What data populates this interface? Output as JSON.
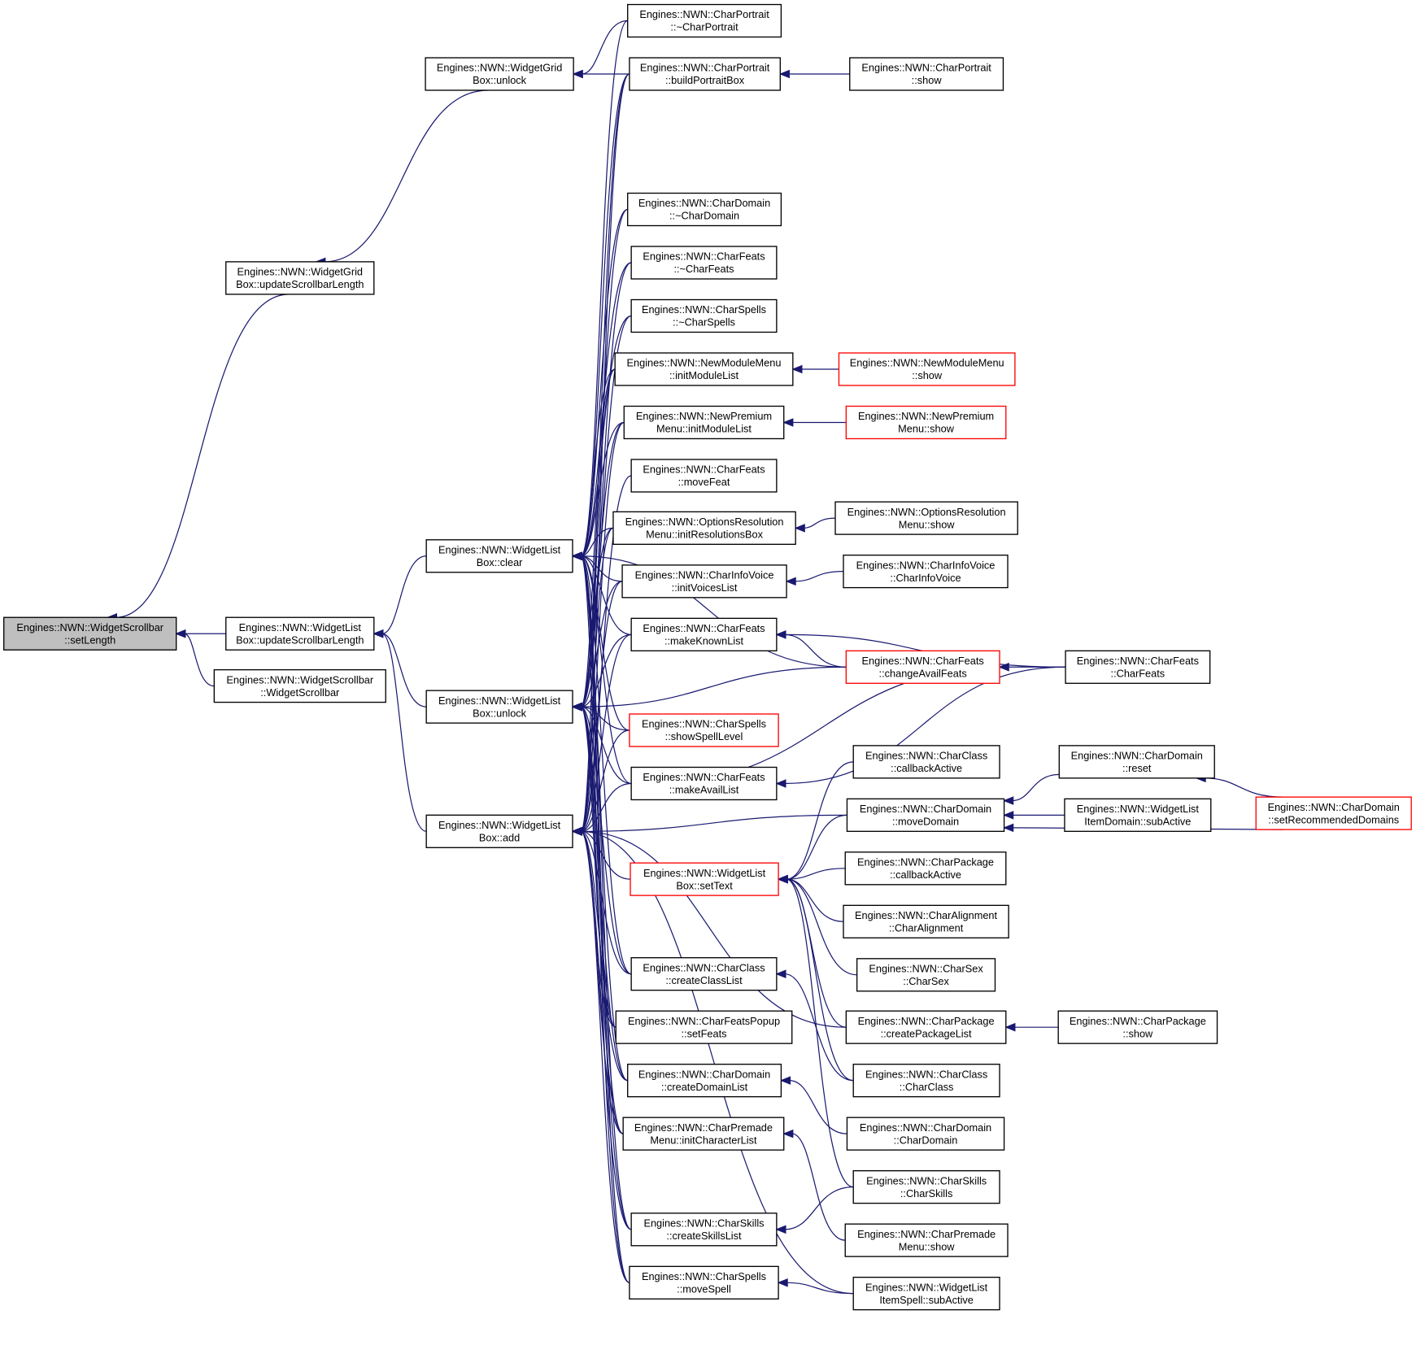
{
  "colors": {
    "edge": "#191970",
    "highlight_fill": "#bfbfbf",
    "normal_border": "#000000",
    "truncated_border": "#ff0000"
  },
  "nodes": [
    {
      "id": "n1",
      "l1": "Engines::NWN::WidgetScrollbar",
      "l2": "::setLength",
      "style": "focus"
    },
    {
      "id": "n2",
      "l1": "Engines::NWN::WidgetGrid",
      "l2": "Box::updateScrollbarLength"
    },
    {
      "id": "n3",
      "l1": "Engines::NWN::WidgetList",
      "l2": "Box::updateScrollbarLength"
    },
    {
      "id": "n4",
      "l1": "Engines::NWN::WidgetScrollbar",
      "l2": "::WidgetScrollbar"
    },
    {
      "id": "n5",
      "l1": "Engines::NWN::WidgetGrid",
      "l2": "Box::unlock"
    },
    {
      "id": "n6",
      "l1": "Engines::NWN::WidgetList",
      "l2": "Box::clear"
    },
    {
      "id": "n7",
      "l1": "Engines::NWN::WidgetList",
      "l2": "Box::unlock"
    },
    {
      "id": "n8",
      "l1": "Engines::NWN::WidgetList",
      "l2": "Box::add"
    },
    {
      "id": "n9",
      "l1": "Engines::NWN::CharPortrait",
      "l2": "::~CharPortrait"
    },
    {
      "id": "n10",
      "l1": "Engines::NWN::CharPortrait",
      "l2": "::buildPortraitBox"
    },
    {
      "id": "n11",
      "l1": "Engines::NWN::CharDomain",
      "l2": "::~CharDomain"
    },
    {
      "id": "n12",
      "l1": "Engines::NWN::CharFeats",
      "l2": "::~CharFeats"
    },
    {
      "id": "n13",
      "l1": "Engines::NWN::CharSpells",
      "l2": "::~CharSpells"
    },
    {
      "id": "n14",
      "l1": "Engines::NWN::NewModuleMenu",
      "l2": "::initModuleList"
    },
    {
      "id": "n15",
      "l1": "Engines::NWN::NewPremium",
      "l2": "Menu::initModuleList"
    },
    {
      "id": "n16",
      "l1": "Engines::NWN::CharFeats",
      "l2": "::moveFeat"
    },
    {
      "id": "n17",
      "l1": "Engines::NWN::OptionsResolution",
      "l2": "Menu::initResolutionsBox"
    },
    {
      "id": "n18",
      "l1": "Engines::NWN::CharInfoVoice",
      "l2": "::initVoicesList"
    },
    {
      "id": "n19",
      "l1": "Engines::NWN::CharFeats",
      "l2": "::makeKnownList"
    },
    {
      "id": "n20",
      "l1": "Engines::NWN::CharSpells",
      "l2": "::showSpellLevel",
      "style": "truncated"
    },
    {
      "id": "n21",
      "l1": "Engines::NWN::CharFeats",
      "l2": "::makeAvailList"
    },
    {
      "id": "n22",
      "l1": "Engines::NWN::WidgetList",
      "l2": "Box::setText",
      "style": "truncated"
    },
    {
      "id": "n23",
      "l1": "Engines::NWN::CharClass",
      "l2": "::createClassList"
    },
    {
      "id": "n24",
      "l1": "Engines::NWN::CharFeatsPopup",
      "l2": "::setFeats"
    },
    {
      "id": "n25",
      "l1": "Engines::NWN::CharDomain",
      "l2": "::createDomainList"
    },
    {
      "id": "n26",
      "l1": "Engines::NWN::CharPremade",
      "l2": "Menu::initCharacterList"
    },
    {
      "id": "n27",
      "l1": "Engines::NWN::CharSkills",
      "l2": "::createSkillsList"
    },
    {
      "id": "n28",
      "l1": "Engines::NWN::CharSpells",
      "l2": "::moveSpell"
    },
    {
      "id": "n29",
      "l1": "Engines::NWN::CharPortrait",
      "l2": "::show"
    },
    {
      "id": "n30",
      "l1": "Engines::NWN::NewModuleMenu",
      "l2": "::show",
      "style": "truncated"
    },
    {
      "id": "n31",
      "l1": "Engines::NWN::NewPremium",
      "l2": "Menu::show",
      "style": "truncated"
    },
    {
      "id": "n32",
      "l1": "Engines::NWN::OptionsResolution",
      "l2": "Menu::show"
    },
    {
      "id": "n33",
      "l1": "Engines::NWN::CharInfoVoice",
      "l2": "::CharInfoVoice"
    },
    {
      "id": "n34",
      "l1": "Engines::NWN::CharFeats",
      "l2": "::changeAvailFeats",
      "style": "truncated"
    },
    {
      "id": "n35",
      "l1": "Engines::NWN::CharClass",
      "l2": "::callbackActive"
    },
    {
      "id": "n36",
      "l1": "Engines::NWN::CharDomain",
      "l2": "::moveDomain"
    },
    {
      "id": "n37",
      "l1": "Engines::NWN::CharPackage",
      "l2": "::callbackActive"
    },
    {
      "id": "n38",
      "l1": "Engines::NWN::CharAlignment",
      "l2": "::CharAlignment"
    },
    {
      "id": "n39",
      "l1": "Engines::NWN::CharSex",
      "l2": "::CharSex"
    },
    {
      "id": "n40",
      "l1": "Engines::NWN::CharPackage",
      "l2": "::createPackageList"
    },
    {
      "id": "n41",
      "l1": "Engines::NWN::CharClass",
      "l2": "::CharClass"
    },
    {
      "id": "n42",
      "l1": "Engines::NWN::CharDomain",
      "l2": "::CharDomain"
    },
    {
      "id": "n43",
      "l1": "Engines::NWN::CharSkills",
      "l2": "::CharSkills"
    },
    {
      "id": "n44",
      "l1": "Engines::NWN::CharPremade",
      "l2": "Menu::show"
    },
    {
      "id": "n45",
      "l1": "Engines::NWN::WidgetList",
      "l2": "ItemSpell::subActive"
    },
    {
      "id": "n46",
      "l1": "Engines::NWN::CharFeats",
      "l2": "::CharFeats"
    },
    {
      "id": "n47",
      "l1": "Engines::NWN::CharDomain",
      "l2": "::reset"
    },
    {
      "id": "n48",
      "l1": "Engines::NWN::WidgetList",
      "l2": "ItemDomain::subActive"
    },
    {
      "id": "n49",
      "l1": "Engines::NWN::CharPackage",
      "l2": "::show"
    },
    {
      "id": "n50",
      "l1": "Engines::NWN::CharDomain",
      "l2": "::setRecommendedDomains",
      "style": "truncated"
    }
  ],
  "edges": [
    [
      "n2",
      "n1"
    ],
    [
      "n3",
      "n1"
    ],
    [
      "n4",
      "n1"
    ],
    [
      "n5",
      "n2"
    ],
    [
      "n6",
      "n3"
    ],
    [
      "n7",
      "n3"
    ],
    [
      "n8",
      "n3"
    ],
    [
      "n9",
      "n5"
    ],
    [
      "n10",
      "n5"
    ],
    [
      "n29",
      "n10"
    ],
    [
      "n30",
      "n14"
    ],
    [
      "n31",
      "n15"
    ],
    [
      "n32",
      "n17"
    ],
    [
      "n33",
      "n18"
    ],
    [
      "n9",
      "n6"
    ],
    [
      "n10",
      "n6"
    ],
    [
      "n11",
      "n6"
    ],
    [
      "n12",
      "n6"
    ],
    [
      "n13",
      "n6"
    ],
    [
      "n14",
      "n6"
    ],
    [
      "n15",
      "n6"
    ],
    [
      "n17",
      "n6"
    ],
    [
      "n18",
      "n6"
    ],
    [
      "n19",
      "n6"
    ],
    [
      "n20",
      "n6"
    ],
    [
      "n21",
      "n6"
    ],
    [
      "n23",
      "n6"
    ],
    [
      "n24",
      "n6"
    ],
    [
      "n25",
      "n6"
    ],
    [
      "n26",
      "n6"
    ],
    [
      "n27",
      "n6"
    ],
    [
      "n28",
      "n6"
    ],
    [
      "n34",
      "n6"
    ],
    [
      "n10",
      "n7"
    ],
    [
      "n11",
      "n7"
    ],
    [
      "n12",
      "n7"
    ],
    [
      "n13",
      "n7"
    ],
    [
      "n14",
      "n7"
    ],
    [
      "n15",
      "n7"
    ],
    [
      "n17",
      "n7"
    ],
    [
      "n18",
      "n7"
    ],
    [
      "n19",
      "n7"
    ],
    [
      "n20",
      "n7"
    ],
    [
      "n21",
      "n7"
    ],
    [
      "n23",
      "n7"
    ],
    [
      "n24",
      "n7"
    ],
    [
      "n25",
      "n7"
    ],
    [
      "n26",
      "n7"
    ],
    [
      "n27",
      "n7"
    ],
    [
      "n28",
      "n7"
    ],
    [
      "n34",
      "n7"
    ],
    [
      "n10",
      "n8"
    ],
    [
      "n14",
      "n8"
    ],
    [
      "n15",
      "n8"
    ],
    [
      "n16",
      "n8"
    ],
    [
      "n17",
      "n8"
    ],
    [
      "n18",
      "n8"
    ],
    [
      "n19",
      "n8"
    ],
    [
      "n20",
      "n8"
    ],
    [
      "n21",
      "n8"
    ],
    [
      "n22",
      "n8"
    ],
    [
      "n23",
      "n8"
    ],
    [
      "n24",
      "n8"
    ],
    [
      "n25",
      "n8"
    ],
    [
      "n26",
      "n8"
    ],
    [
      "n27",
      "n8"
    ],
    [
      "n28",
      "n8"
    ],
    [
      "n36",
      "n8"
    ],
    [
      "n40",
      "n8"
    ],
    [
      "n45",
      "n8"
    ],
    [
      "n34",
      "n19"
    ],
    [
      "n46",
      "n19"
    ],
    [
      "n21",
      "n34"
    ],
    [
      "n46",
      "n21"
    ],
    [
      "n46",
      "n34"
    ],
    [
      "n35",
      "n22"
    ],
    [
      "n36",
      "n22"
    ],
    [
      "n37",
      "n22"
    ],
    [
      "n38",
      "n22"
    ],
    [
      "n39",
      "n22"
    ],
    [
      "n40",
      "n22"
    ],
    [
      "n41",
      "n22"
    ],
    [
      "n43",
      "n22"
    ],
    [
      "n41",
      "n23"
    ],
    [
      "n42",
      "n25"
    ],
    [
      "n44",
      "n26"
    ],
    [
      "n43",
      "n27"
    ],
    [
      "n45",
      "n28"
    ],
    [
      "n47",
      "n36"
    ],
    [
      "n48",
      "n36"
    ],
    [
      "n50",
      "n36"
    ],
    [
      "n50",
      "n47"
    ],
    [
      "n49",
      "n40"
    ]
  ]
}
